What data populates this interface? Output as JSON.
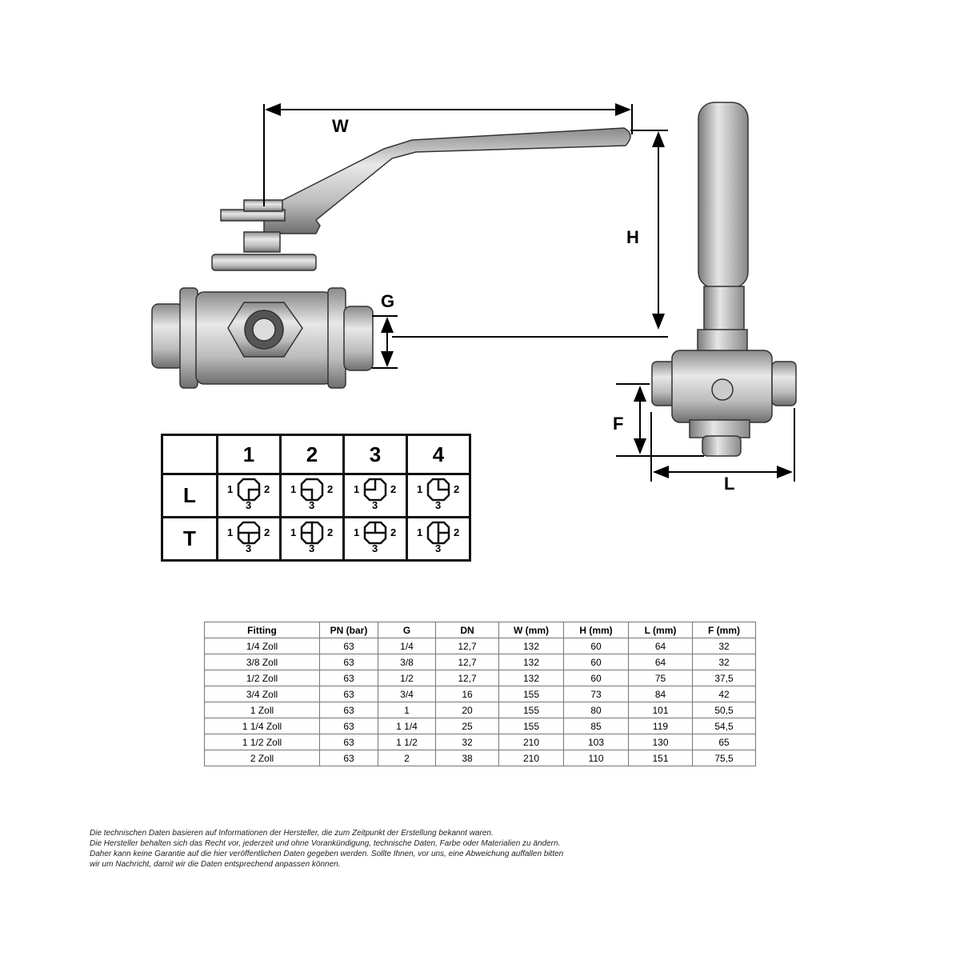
{
  "dimensions": {
    "W": "W",
    "H": "H",
    "G": "G",
    "F": "F",
    "L": "L"
  },
  "flow_table": {
    "columns": [
      "1",
      "2",
      "3",
      "4"
    ],
    "rows": [
      {
        "label": "L",
        "type": "L"
      },
      {
        "label": "T",
        "type": "T"
      }
    ],
    "port_labels": {
      "left": "1",
      "right": "2",
      "bottom": "3"
    }
  },
  "spec_table": {
    "headers": [
      "Fitting",
      "PN (bar)",
      "G",
      "DN",
      "W (mm)",
      "H (mm)",
      "L (mm)",
      "F (mm)"
    ],
    "rows": [
      [
        "1/4 Zoll",
        "63",
        "1/4",
        "12,7",
        "132",
        "60",
        "64",
        "32"
      ],
      [
        "3/8 Zoll",
        "63",
        "3/8",
        "12,7",
        "132",
        "60",
        "64",
        "32"
      ],
      [
        "1/2 Zoll",
        "63",
        "1/2",
        "12,7",
        "132",
        "60",
        "75",
        "37,5"
      ],
      [
        "3/4 Zoll",
        "63",
        "3/4",
        "16",
        "155",
        "73",
        "84",
        "42"
      ],
      [
        "1 Zoll",
        "63",
        "1",
        "20",
        "155",
        "80",
        "101",
        "50,5"
      ],
      [
        "1 1/4 Zoll",
        "63",
        "1 1/4",
        "25",
        "155",
        "85",
        "119",
        "54,5"
      ],
      [
        "1 1/2 Zoll",
        "63",
        "1 1/2",
        "32",
        "210",
        "103",
        "130",
        "65"
      ],
      [
        "2 Zoll",
        "63",
        "2",
        "38",
        "210",
        "110",
        "151",
        "75,5"
      ]
    ]
  },
  "note": [
    "Die technischen Daten basieren auf Informationen der Hersteller, die zum Zeitpunkt der Erstellung bekannt waren.",
    "Die Hersteller behalten sich das Recht vor, jederzeit und ohne Vorankündigung, technische Daten, Farbe oder Materialien zu ändern.",
    "Daher kann keine Garantie auf die hier veröffentlichen Daten gegeben werden. Sollte Ihnen, vor uns, eine Abweichung auffallen bitten",
    "wir um Nachricht, damit wir die Daten entsprechend anpassen können."
  ]
}
